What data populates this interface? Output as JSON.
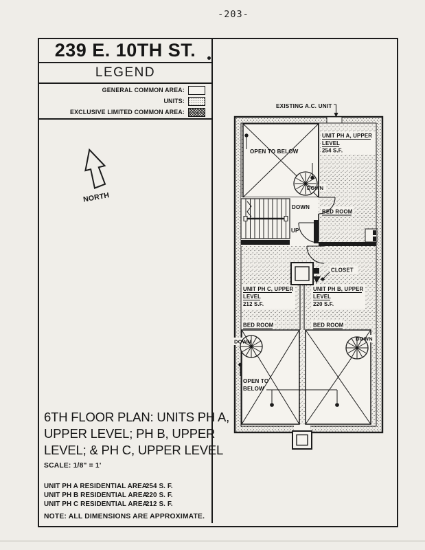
{
  "page": {
    "number": "-203-"
  },
  "title_block": {
    "address": "239 E. 10TH ST."
  },
  "legend": {
    "title": "LEGEND",
    "items": [
      {
        "label": "GENERAL COMMON AREA:"
      },
      {
        "label": "UNITS:"
      },
      {
        "label": "EXCLUSIVE LIMITED COMMON AREA:"
      }
    ]
  },
  "compass": {
    "label": "NORTH"
  },
  "plan": {
    "ac_label": "EXISTING A.C. UNIT",
    "open_below_top": "OPEN TO BELOW",
    "unit_a": {
      "l1": "UNIT PH A, UPPER",
      "l2": "LEVEL",
      "area": "254 S.F."
    },
    "unit_b": {
      "l1": "UNIT PH B, UPPER",
      "l2": "LEVEL",
      "area": "220 S.F."
    },
    "unit_c": {
      "l1": "UNIT PH C, UPPER",
      "l2": "LEVEL",
      "area": "212 S.F."
    },
    "bedroom_a": "BED ROOM",
    "bedroom_b": "BED ROOM",
    "bedroom_c": "BED ROOM",
    "down_top": "DOWN",
    "down_stair": "DOWN",
    "up_stair": "UP",
    "down_left": "DOWN",
    "down_right": "DOWN",
    "closet": "CLOSET",
    "open_below_bottom_l1": "OPEN TO",
    "open_below_bottom_l2": "BELOW"
  },
  "notes": {
    "plan_title_lines": [
      "6TH FLOOR PLAN: UNITS PH A,",
      "UPPER LEVEL; PH B, UPPER",
      "LEVEL; & PH C, UPPER LEVEL"
    ],
    "scale": "SCALE: 1/8\" = 1'",
    "areas": [
      {
        "label": "UNIT PH A RESIDENTIAL AREA:",
        "value": "254 S. F."
      },
      {
        "label": "UNIT PH B RESIDENTIAL AREA:",
        "value": "220 S. F."
      },
      {
        "label": "UNIT PH C RESIDENTIAL AREA:",
        "value": "212 S. F."
      }
    ],
    "disclaimer": "NOTE: ALL DIMENSIONS ARE APPROXIMATE."
  },
  "colors": {
    "ink": "#1b1b1b",
    "paper": "#efede8"
  }
}
